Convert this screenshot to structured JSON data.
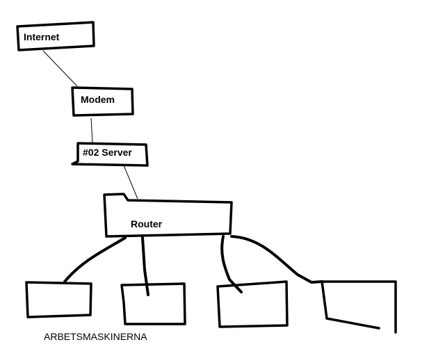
{
  "nodes": {
    "internet": "Internet",
    "modem": "Modem",
    "server": "#02 Server",
    "router": "Router"
  },
  "workstations_label": "ARBETSMASKINERNA"
}
